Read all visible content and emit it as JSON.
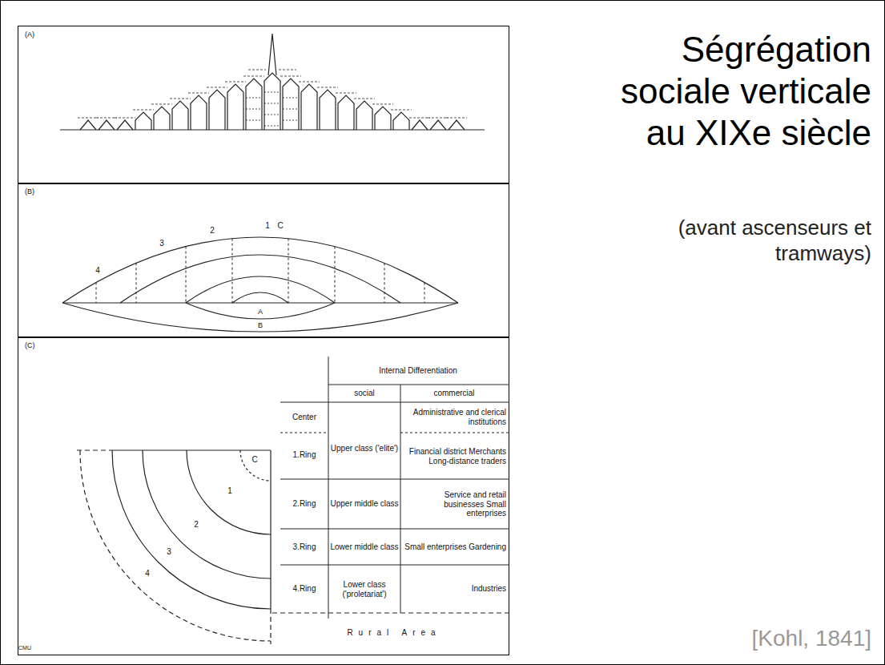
{
  "diagram": {
    "title": "Ségrégation sociale verticale au XIXe siècle",
    "caption": "(avant ascenseurs et tramways)",
    "nodes": [
      {
        "text": [
          "(A)"
        ]
      },
      {
        "text": [
          "(B)"
        ]
      },
      {
        "text": [
          "(C)"
        ]
      }
    ],
    "labels": [
      "4",
      "3",
      "2",
      "1",
      "C",
      "A",
      "B",
      "C",
      "1",
      "2",
      "3",
      "4",
      "Internal Differentiation",
      "social",
      "commercial",
      "Center",
      "Upper class ('elite')",
      "Administrative and clerical institutions",
      "1.Ring",
      "Financial district Merchants Long-distance traders",
      "2.Ring",
      "Upper middle class",
      "Service and retail businesses Small enterprises",
      "3.Ring",
      "Lower middle class",
      "Small enterprises Gardening",
      "4.Ring",
      "Lower class ('proletariat')",
      "Industries",
      "Rural Area",
      "CMU",
      "[Kohl, 1841]"
    ]
  }
}
